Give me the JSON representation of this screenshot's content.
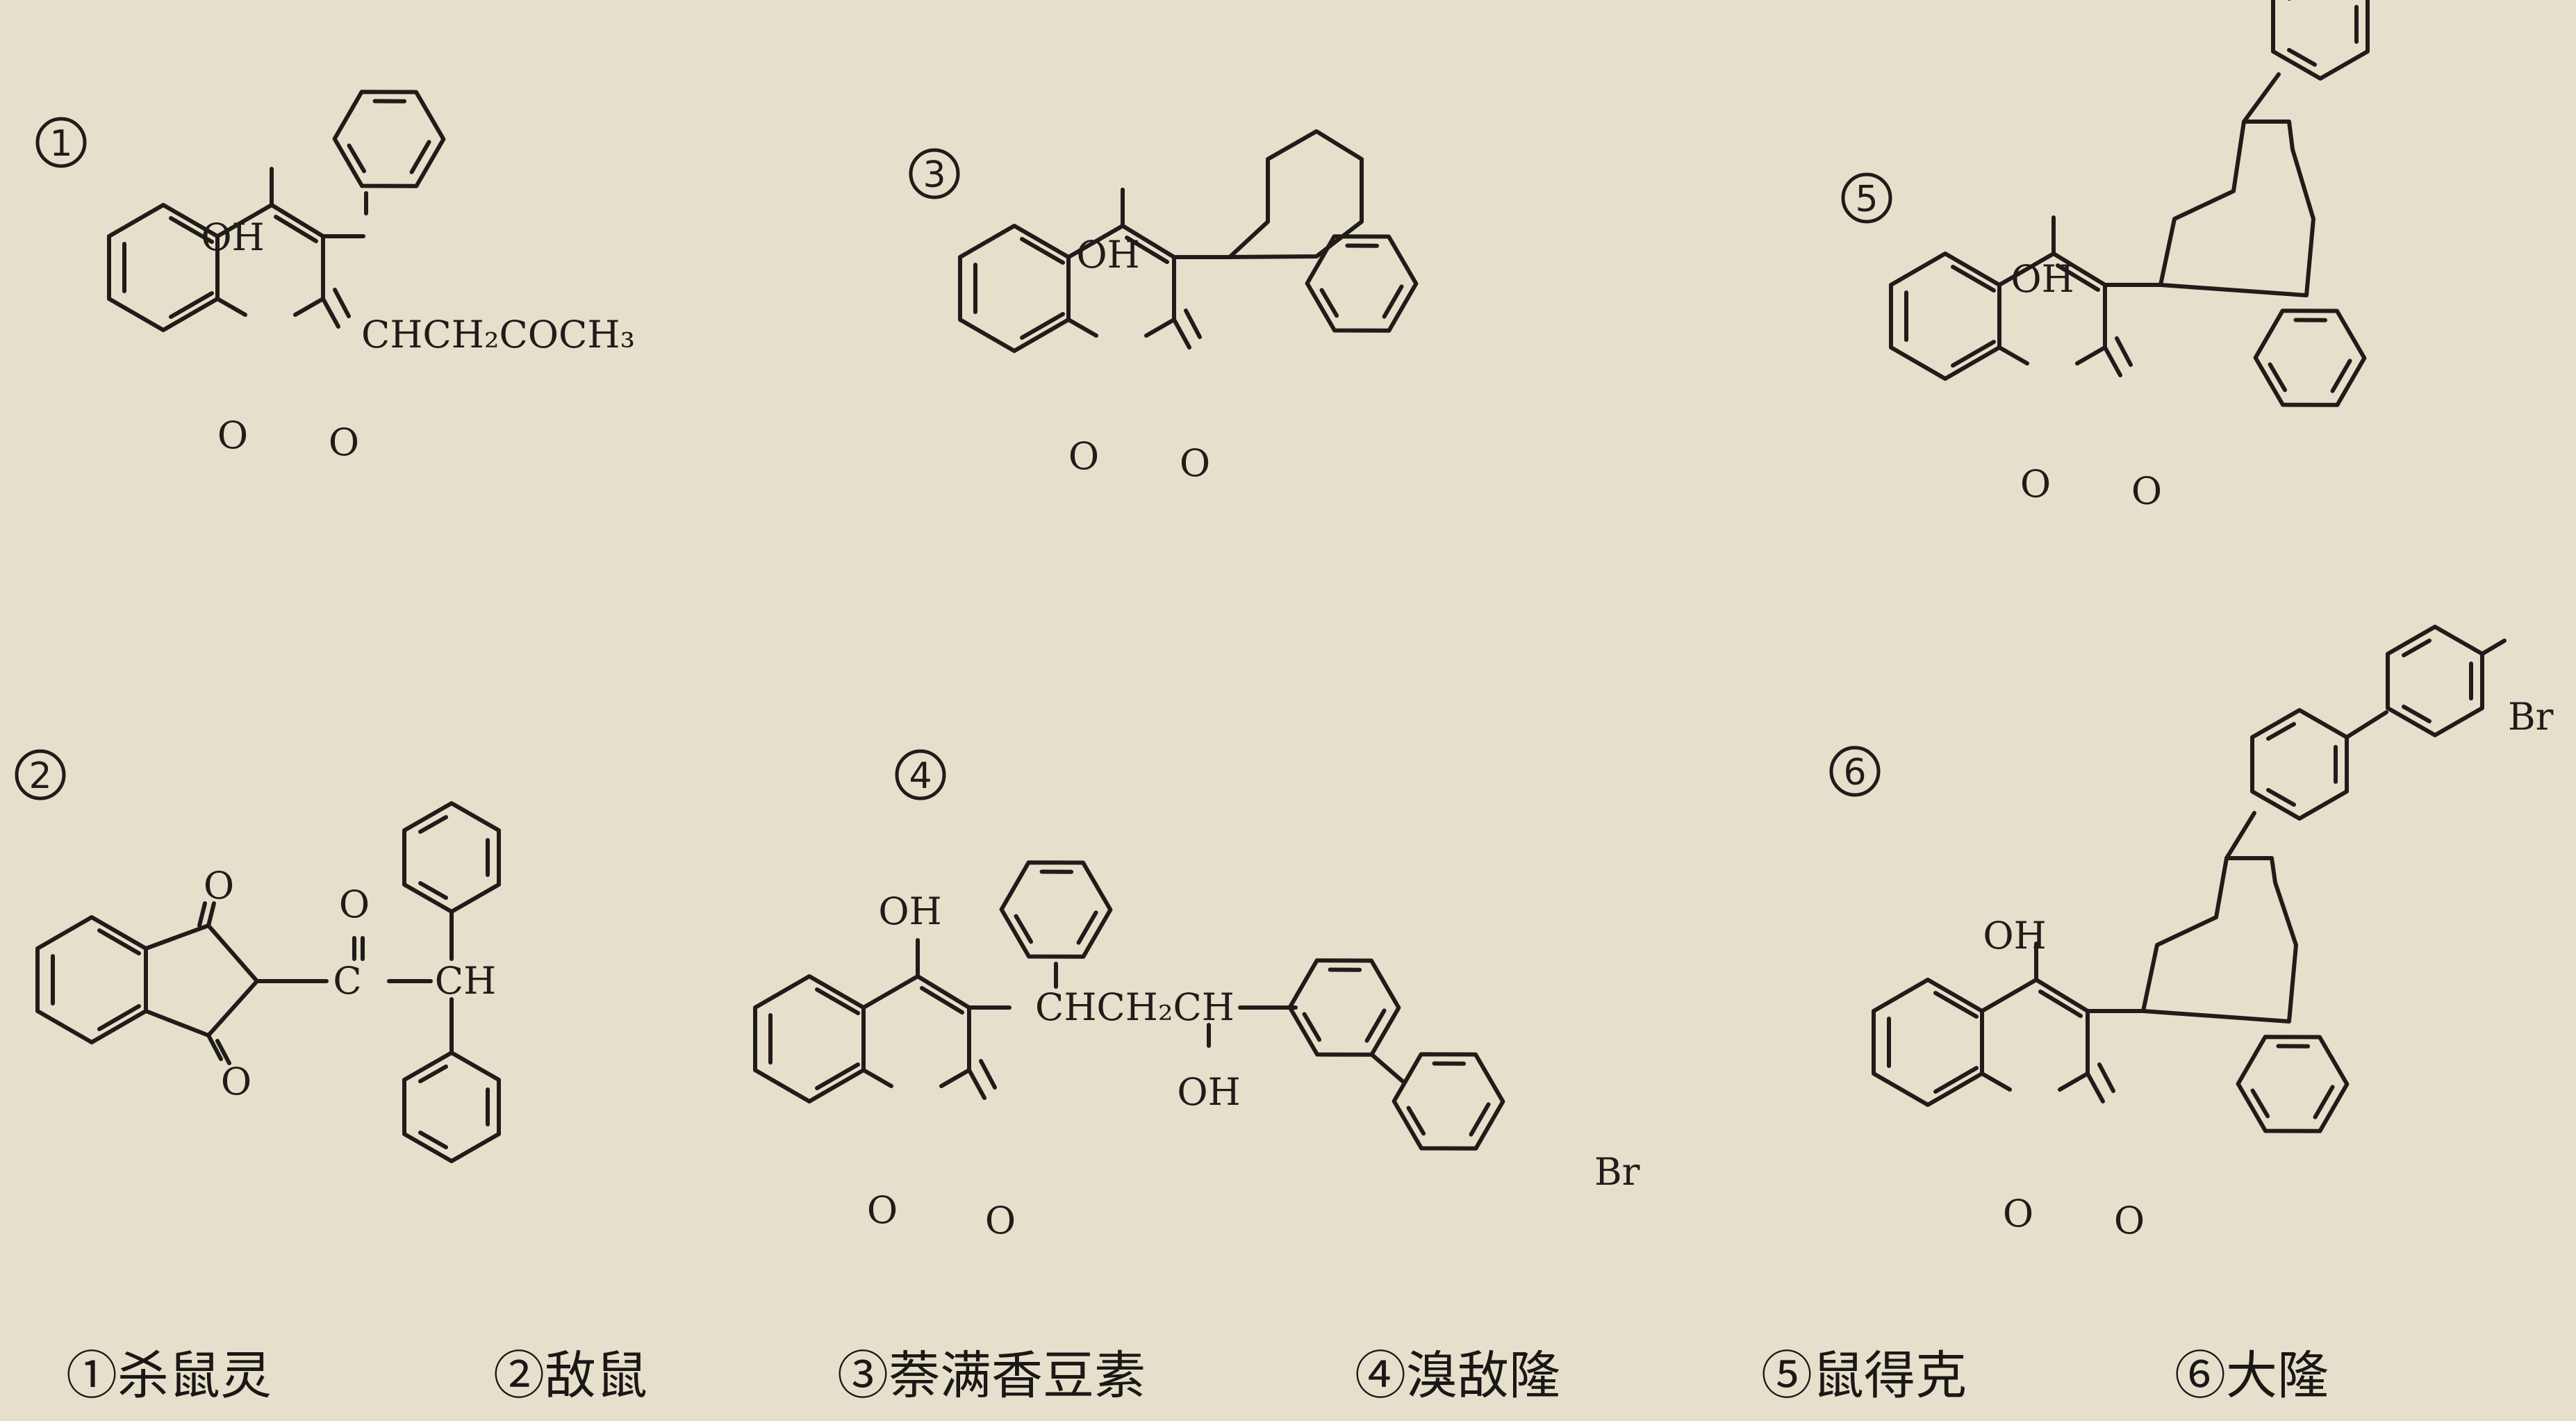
{
  "compounds": [
    {
      "marker": "1",
      "caption": "①杀鼠灵",
      "labels": {
        "oh": "OH",
        "chain": "CHCH₂COCH₃",
        "o_ring": "O",
        "o_carbonyl": "O"
      }
    },
    {
      "marker": "2",
      "caption": "②敌鼠",
      "labels": {
        "o_top": "O",
        "o_bottom": "O",
        "c": "C",
        "ch": "CH",
        "o_ketone": "O"
      }
    },
    {
      "marker": "3",
      "caption": "③萘满香豆素",
      "labels": {
        "oh": "OH",
        "o_ring": "O",
        "o_carbonyl": "O"
      }
    },
    {
      "marker": "4",
      "caption": "④溴敌隆",
      "labels": {
        "oh": "OH",
        "chain": "CHCH₂CH",
        "oh2": "OH",
        "br": "Br",
        "o_ring": "O",
        "o_carbonyl": "O"
      }
    },
    {
      "marker": "5",
      "caption": "⑤鼠得克",
      "labels": {
        "oh": "OH",
        "o_ring": "O",
        "o_carbonyl": "O"
      }
    },
    {
      "marker": "6",
      "caption": "⑥大隆",
      "labels": {
        "oh": "OH",
        "br": "Br",
        "o_ring": "O",
        "o_carbonyl": "O"
      }
    }
  ],
  "colors": {
    "background": "#e6dfcb",
    "ink": "#1f1c1a"
  }
}
